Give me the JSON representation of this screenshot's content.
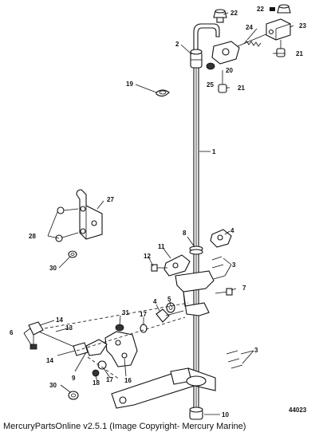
{
  "diagram": {
    "figure_number": "44023",
    "callouts": [
      {
        "id": "c1",
        "label": "1"
      },
      {
        "id": "c2",
        "label": "2"
      },
      {
        "id": "c3a",
        "label": "3"
      },
      {
        "id": "c3b",
        "label": "3"
      },
      {
        "id": "c4a",
        "label": "4"
      },
      {
        "id": "c4b",
        "label": "4"
      },
      {
        "id": "c5",
        "label": "5"
      },
      {
        "id": "c6",
        "label": "6"
      },
      {
        "id": "c7",
        "label": "7"
      },
      {
        "id": "c8",
        "label": "8"
      },
      {
        "id": "c9",
        "label": "9"
      },
      {
        "id": "c10",
        "label": "10"
      },
      {
        "id": "c11",
        "label": "11"
      },
      {
        "id": "c12",
        "label": "12"
      },
      {
        "id": "c13",
        "label": "13"
      },
      {
        "id": "c14a",
        "label": "14"
      },
      {
        "id": "c14b",
        "label": "14"
      },
      {
        "id": "c16",
        "label": "16"
      },
      {
        "id": "c17a",
        "label": "17"
      },
      {
        "id": "c17b",
        "label": "17"
      },
      {
        "id": "c18",
        "label": "18"
      },
      {
        "id": "c19",
        "label": "19"
      },
      {
        "id": "c20",
        "label": "20"
      },
      {
        "id": "c21a",
        "label": "21"
      },
      {
        "id": "c21b",
        "label": "21"
      },
      {
        "id": "c22a",
        "label": "22"
      },
      {
        "id": "c22b",
        "label": "22"
      },
      {
        "id": "c23",
        "label": "23"
      },
      {
        "id": "c24",
        "label": "24"
      },
      {
        "id": "c25",
        "label": "25"
      },
      {
        "id": "c27",
        "label": "27"
      },
      {
        "id": "c28",
        "label": "28"
      },
      {
        "id": "c30a",
        "label": "30"
      },
      {
        "id": "c30b",
        "label": "30"
      },
      {
        "id": "c31",
        "label": "31"
      }
    ]
  },
  "footer": {
    "text": "MercuryPartsOnline v2.5.1 (Image Copyright- Mercury Marine)"
  }
}
